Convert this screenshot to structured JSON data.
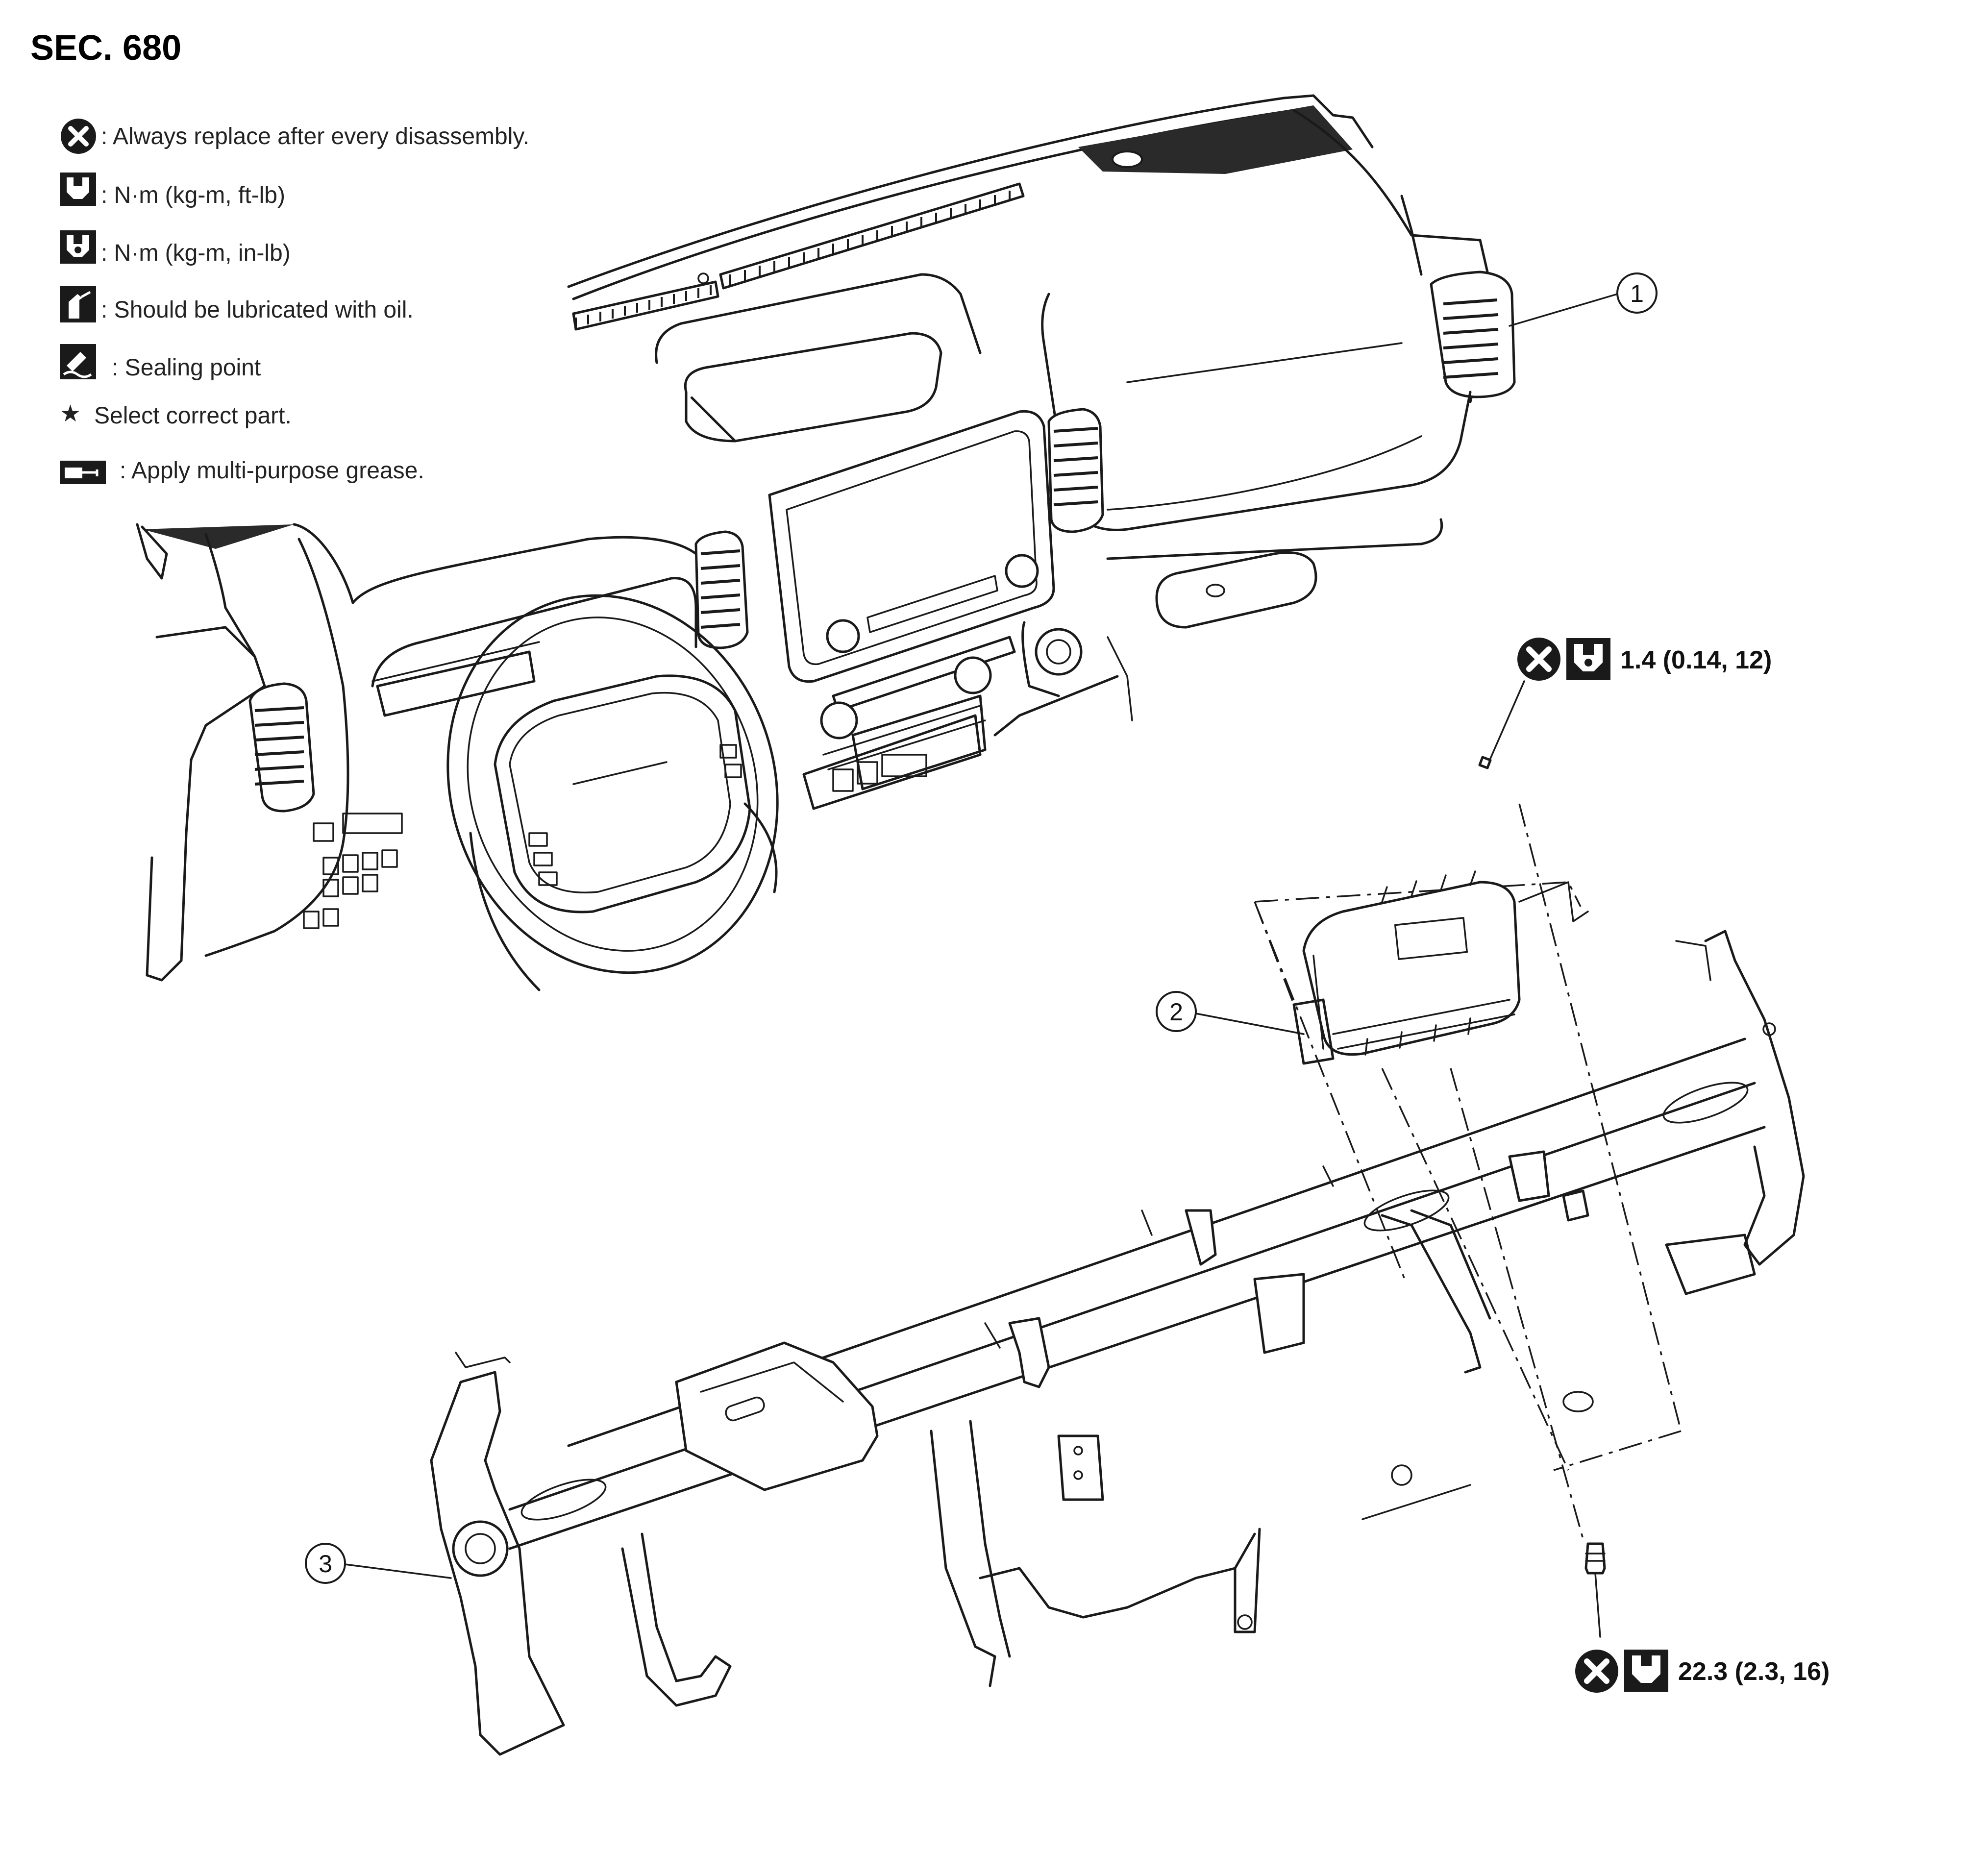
{
  "section_title": "SEC. 680",
  "legend": [
    {
      "icon": "x-circle-icon",
      "text": ": Always replace after every disassembly."
    },
    {
      "icon": "torque-wrench-ftlb-icon",
      "text": ": N·m (kg-m, ft-lb)"
    },
    {
      "icon": "torque-wrench-inlb-icon",
      "text": ": N·m (kg-m, in-lb)"
    },
    {
      "icon": "oil-can-icon",
      "text": ": Should be lubricated with oil."
    },
    {
      "icon": "sealant-icon",
      "text": ": Sealing point"
    },
    {
      "icon": "star-icon",
      "text": "Select correct part."
    },
    {
      "icon": "grease-gun-icon",
      "text": ": Apply multi-purpose grease."
    }
  ],
  "legend_star_glyph": "★",
  "callouts": [
    {
      "number": "1",
      "part": "instrument-panel"
    },
    {
      "number": "2",
      "part": "passenger-air-bag-module"
    },
    {
      "number": "3",
      "part": "steering-member"
    }
  ],
  "torque_specs": [
    {
      "value": "1.4 (0.14, 12)",
      "icons": [
        "x-circle-icon",
        "torque-wrench-inlb-icon"
      ]
    },
    {
      "value": "22.3 (2.3, 16)",
      "icons": [
        "x-circle-icon",
        "torque-wrench-ftlb-icon"
      ]
    }
  ]
}
